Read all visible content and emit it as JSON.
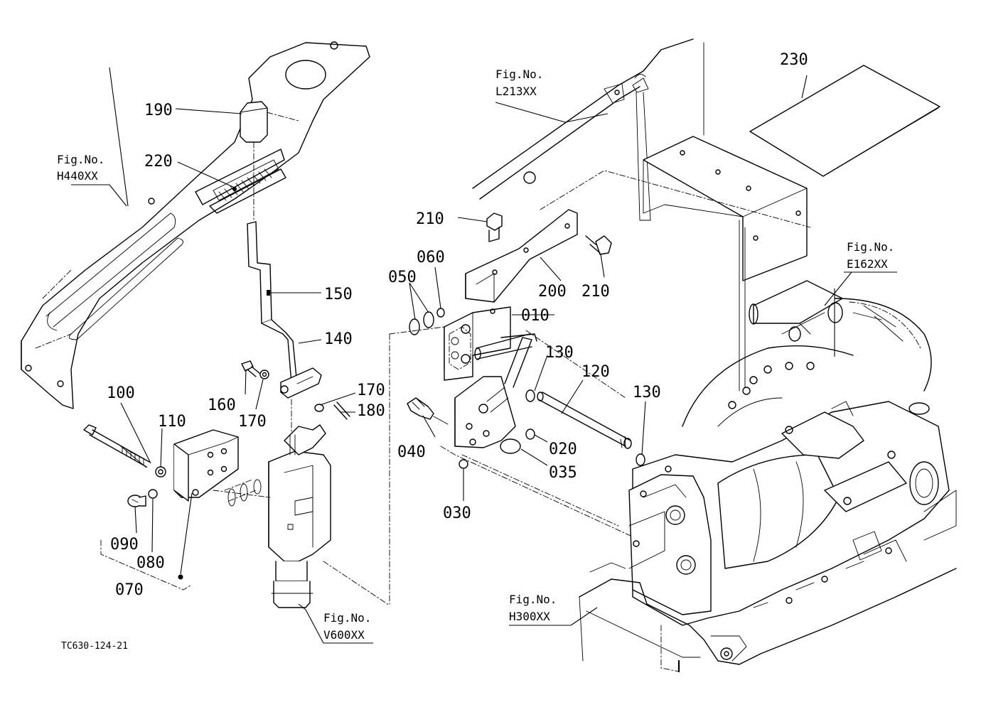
{
  "drawing_code": "TC630-124-21",
  "part_numbers": {
    "p010": "010",
    "p020": "020",
    "p030": "030",
    "p035": "035",
    "p040": "040",
    "p050": "050",
    "p060": "060",
    "p070": "070",
    "p080": "080",
    "p090": "090",
    "p100": "100",
    "p110": "110",
    "p120": "120",
    "p130a": "130",
    "p130b": "130",
    "p140": "140",
    "p150": "150",
    "p160": "160",
    "p170a": "170",
    "p170b": "170",
    "p180": "180",
    "p190": "190",
    "p200": "200",
    "p210a": "210",
    "p210b": "210",
    "p220": "220",
    "p230": "230"
  },
  "figure_refs": {
    "h440": {
      "label": "Fig.No.",
      "code": "H440XX"
    },
    "l213": {
      "label": "Fig.No.",
      "code": "L213XX"
    },
    "e162": {
      "label": "Fig.No.",
      "code": "E162XX"
    },
    "v600": {
      "label": "Fig.No.",
      "code": "V600XX"
    },
    "h300": {
      "label": "Fig.No.",
      "code": "H300XX"
    }
  }
}
